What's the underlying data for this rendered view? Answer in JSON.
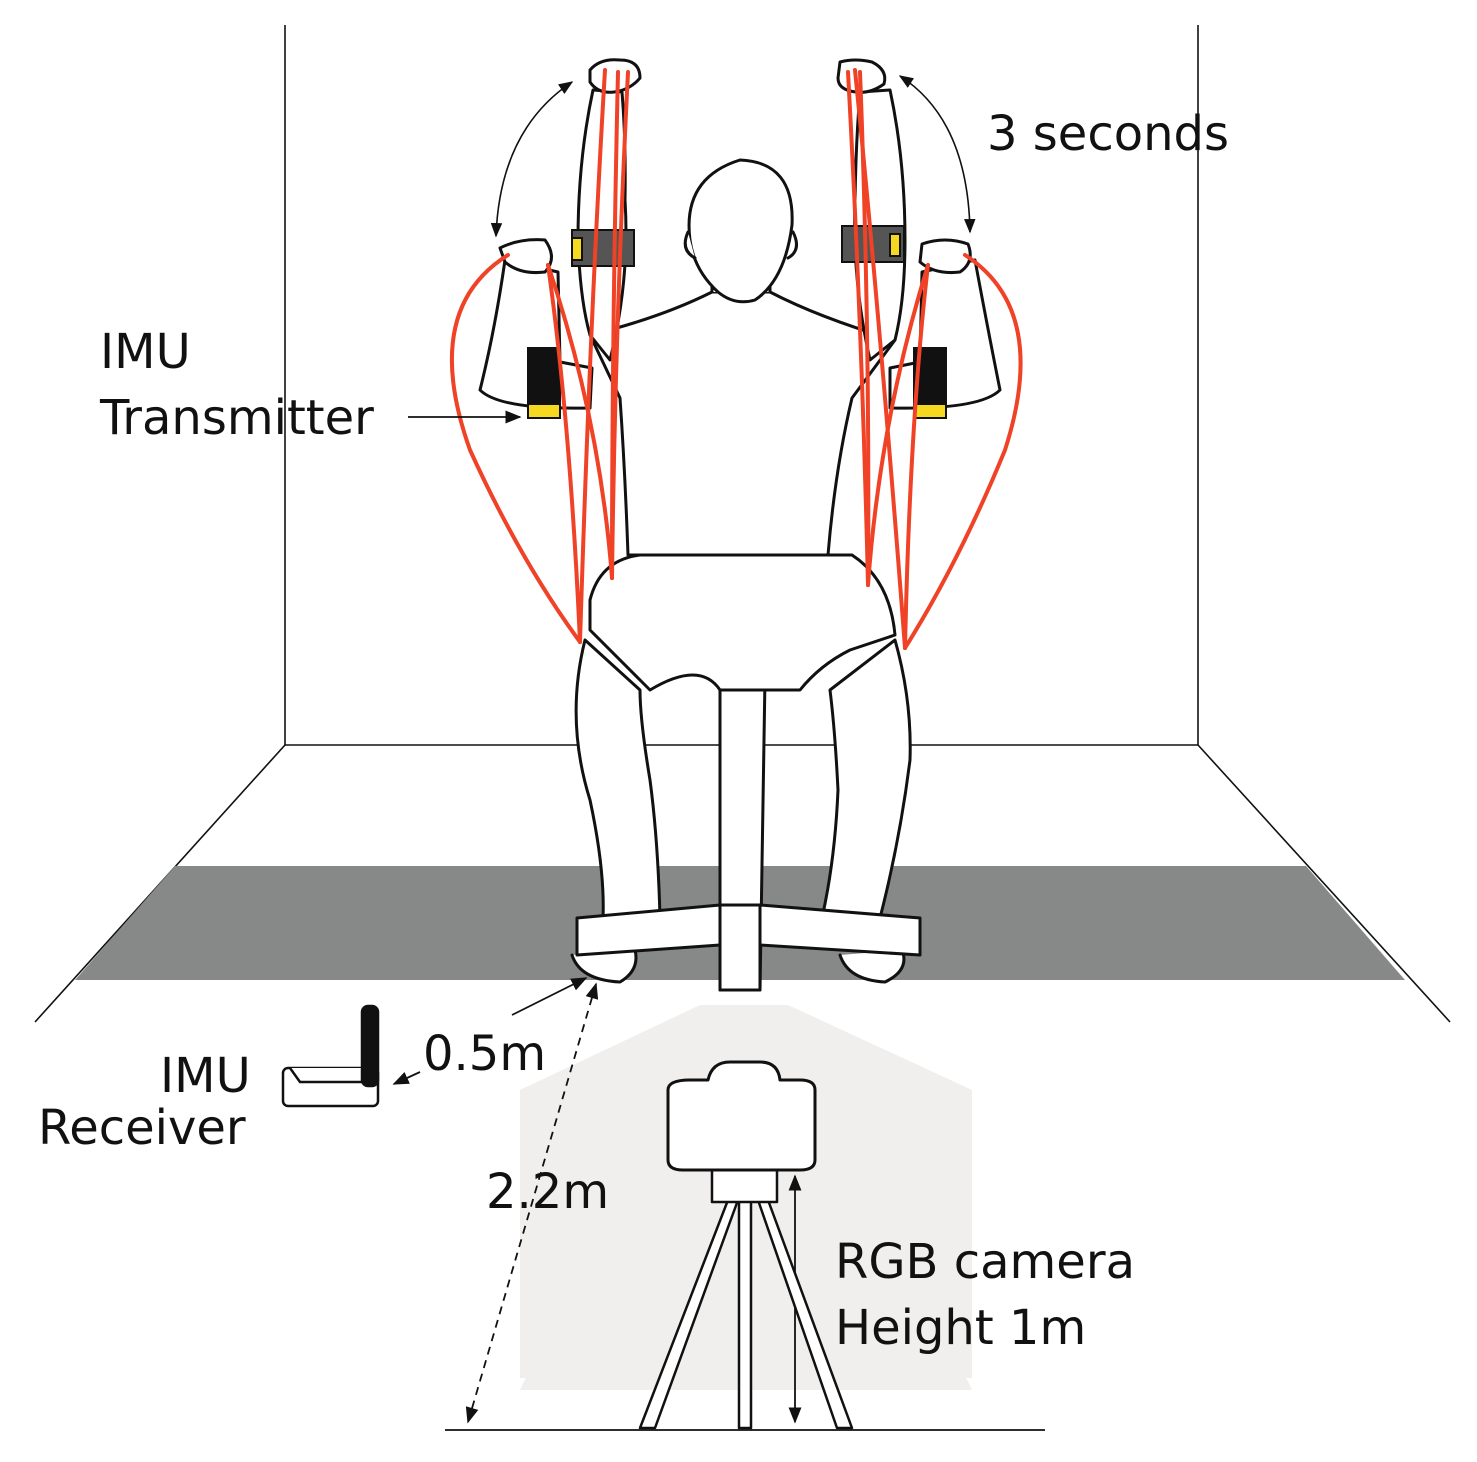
{
  "labels": {
    "duration": "3 seconds",
    "imu_transmitter_line1": "IMU",
    "imu_transmitter_line2": "Transmitter",
    "imu_receiver_line1": "IMU",
    "imu_receiver_line2": "Receiver",
    "receiver_distance": "0.5m",
    "camera_distance": "2.2m",
    "camera_line1": "RGB camera",
    "camera_line2": "Height 1m"
  },
  "colors": {
    "background": "#ffffff",
    "line": "#111111",
    "floor_mat": "#878988",
    "resistance_band": "#ef4226",
    "imu_strap_top": "#555555",
    "imu_accent": "#f5d820",
    "imu_strap_wrist": "#111111",
    "camera_view_cone": "#f1efed"
  },
  "icons": [
    "person-seated-icon",
    "resistance-band-icon",
    "imu-sensor-icon",
    "imu-receiver-icon",
    "rgb-camera-icon",
    "tripod-icon",
    "chair-icon"
  ]
}
